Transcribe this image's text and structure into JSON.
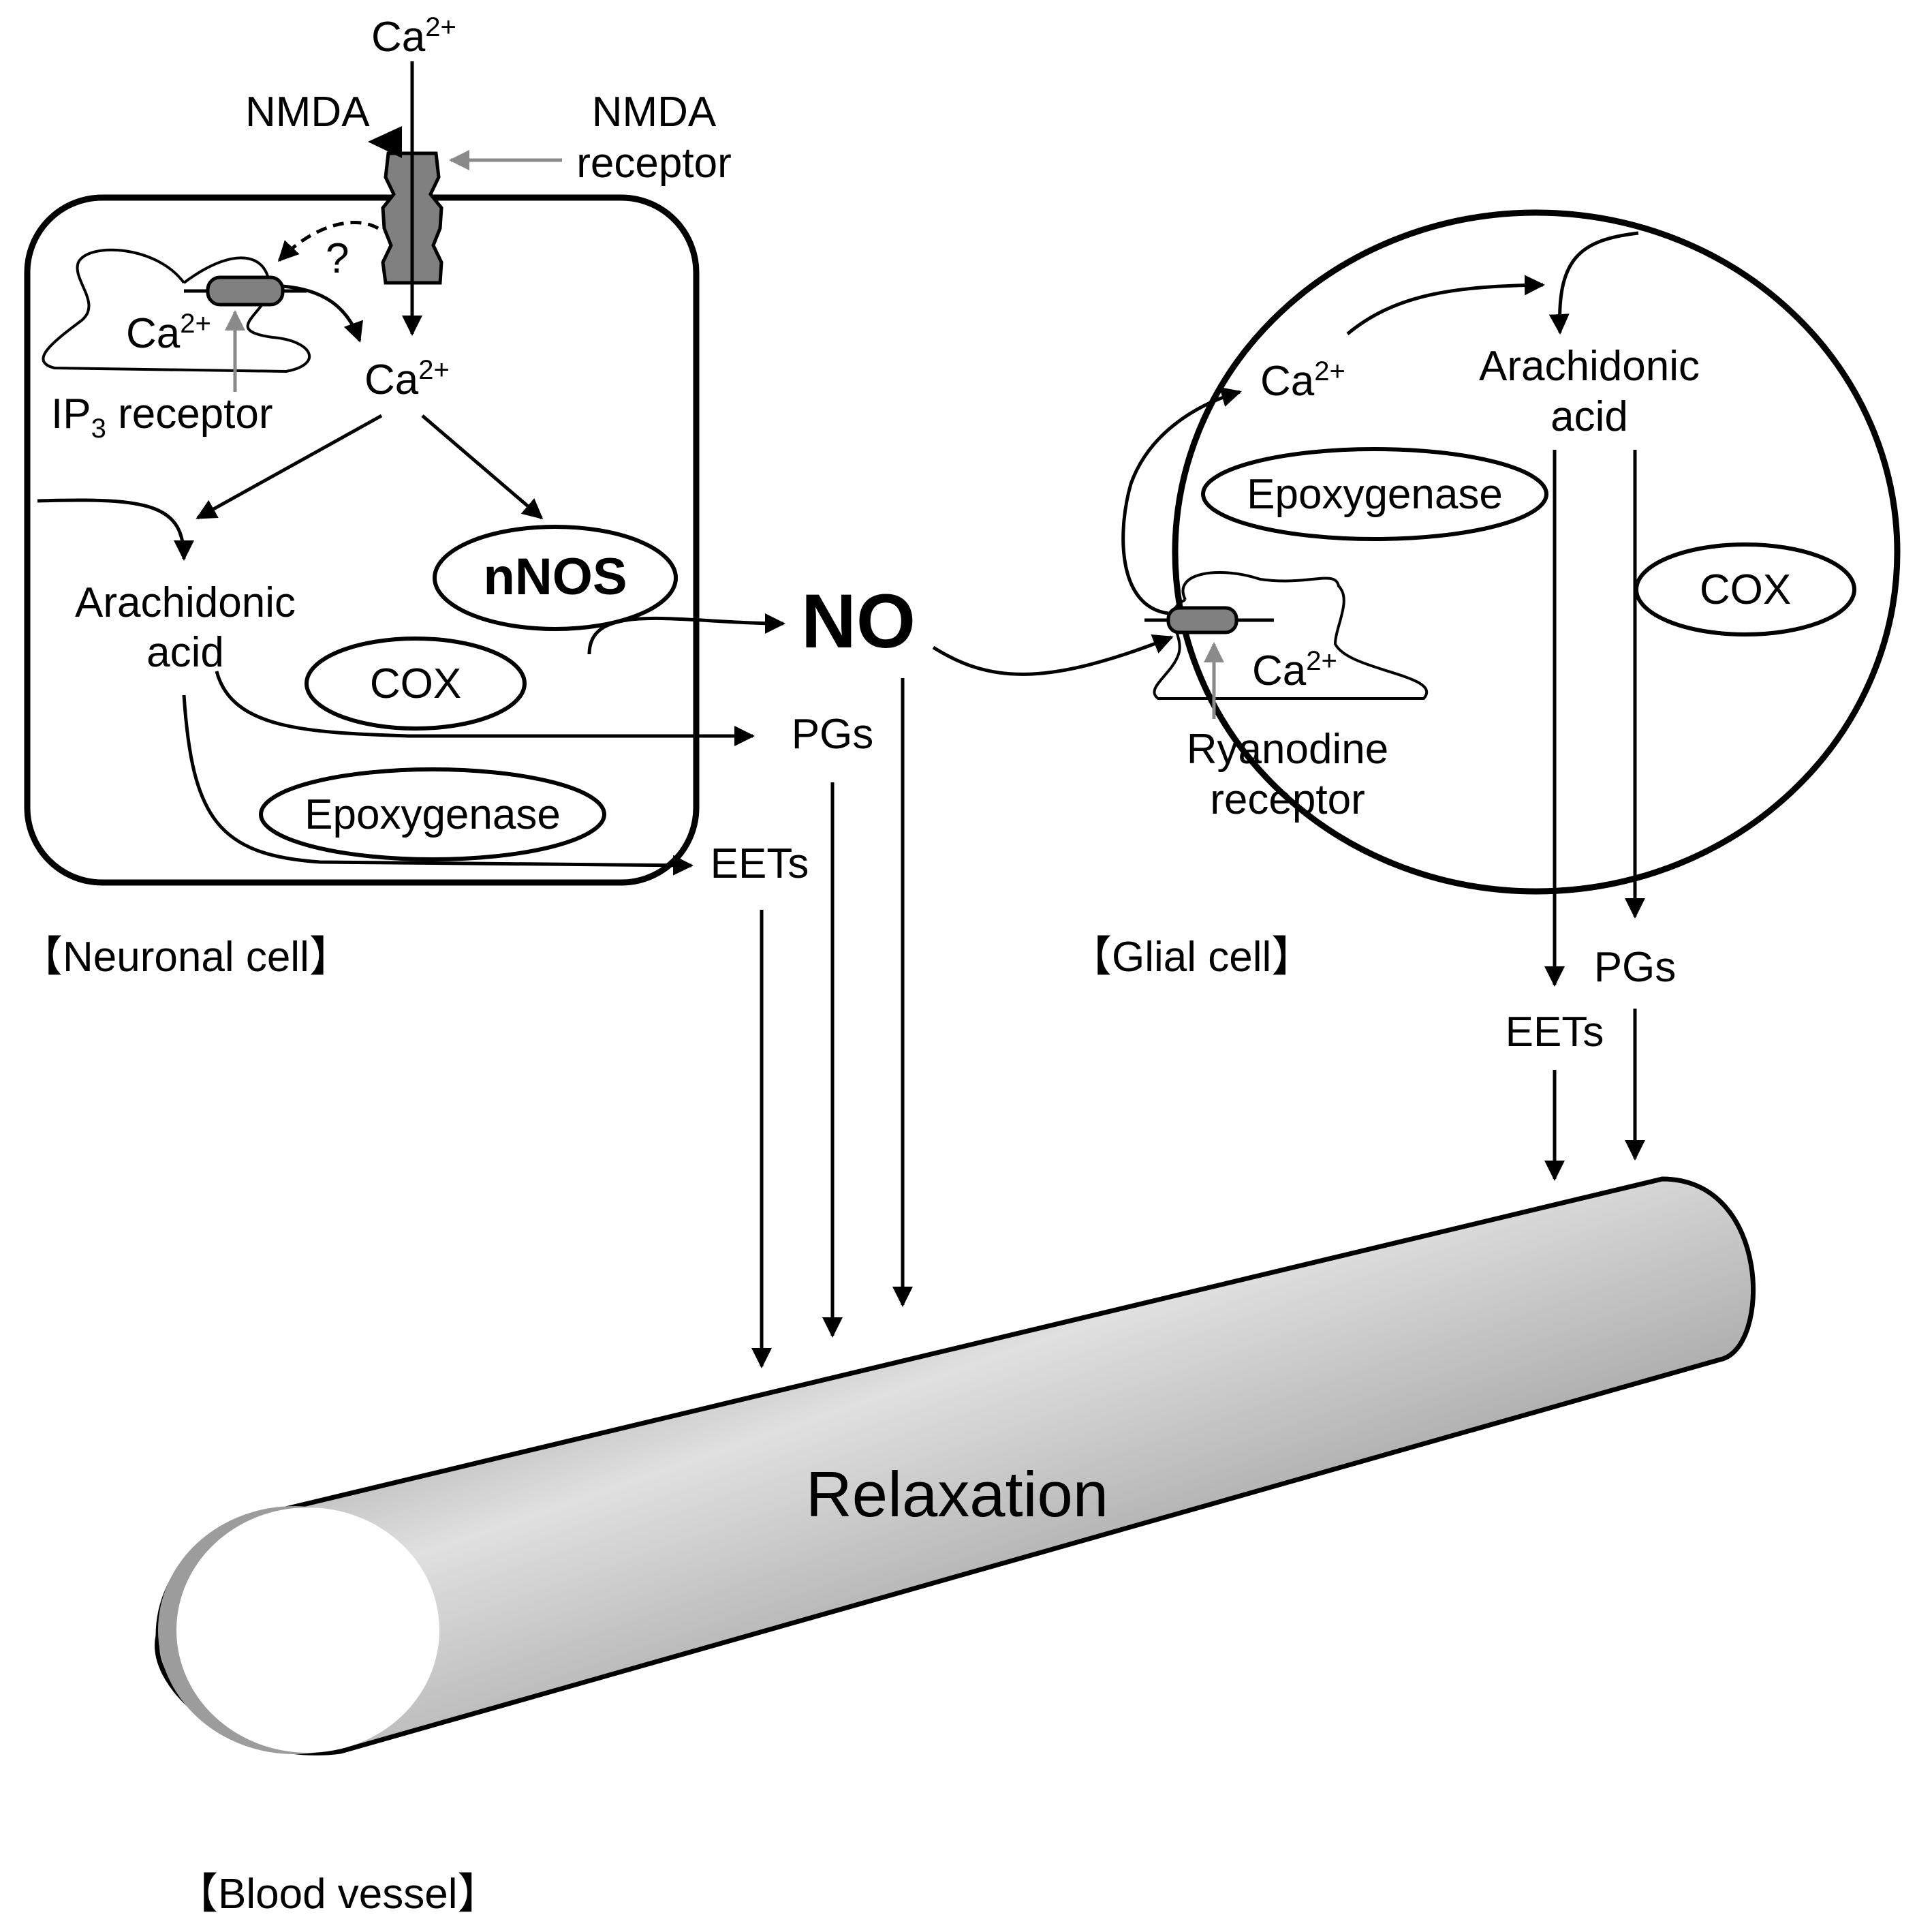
{
  "labels": {
    "ca_top": "Ca",
    "ca_sup": "2+",
    "nmda": "NMDA",
    "nmda_receptor_1": "NMDA",
    "nmda_receptor_2": "receptor",
    "question": "?",
    "ip3_prefix": "IP",
    "ip3_sub": "3",
    "ip3_suffix": " receptor",
    "neuron_arachidonic_1": "Arachidonic",
    "neuron_arachidonic_2": "acid",
    "nnos": "nNOS",
    "neuron_cox": "COX",
    "neuron_epoxygenase": "Epoxygenase",
    "no": "NO",
    "pgs": "PGs",
    "eets": "EETs",
    "neuronal_cell": "【Neuronal cell】",
    "glial_arachidonic_1": "Arachidonic",
    "glial_arachidonic_2": "acid",
    "glial_epoxygenase": "Epoxygenase",
    "glial_cox": "COX",
    "ryanodine_1": "Ryanodine",
    "ryanodine_2": "receptor",
    "glial_cell": "【Glial cell】",
    "glial_pgs": "PGs",
    "glial_eets": "EETs",
    "relaxation": "Relaxation",
    "blood_vessel": "【Blood vessel】"
  },
  "colors": {
    "stroke": "#000000",
    "receptor_fill": "#808080",
    "pointer_gray": "#8a8a8a",
    "vessel_light": "#e0e0e0",
    "vessel_dark": "#9c9c9c"
  }
}
